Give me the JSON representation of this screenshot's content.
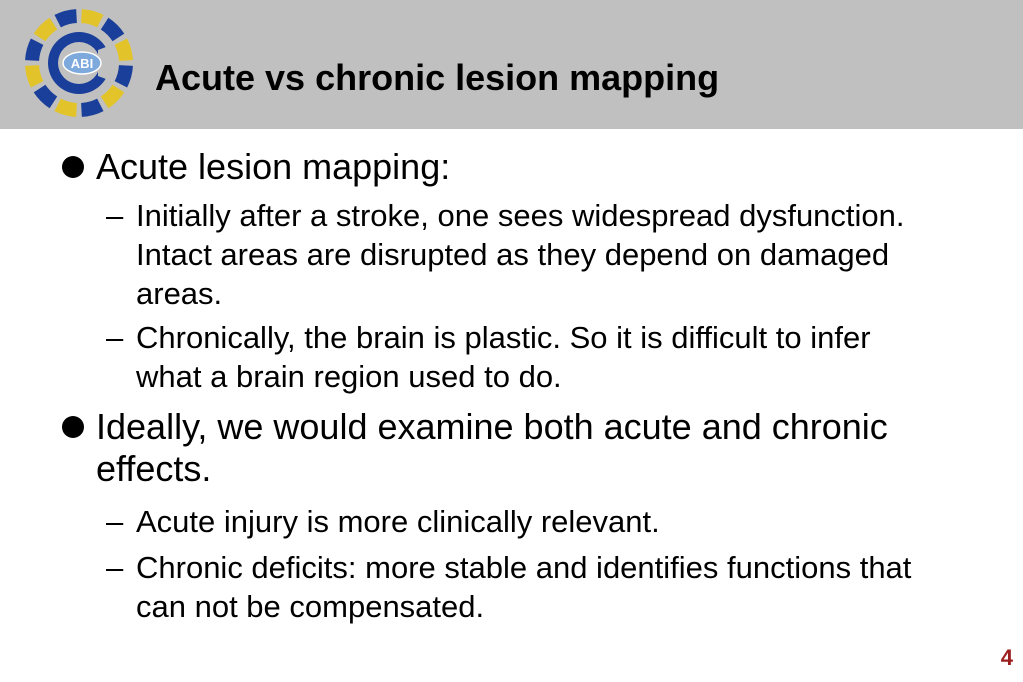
{
  "slide": {
    "title": "Acute vs chronic lesion mapping",
    "page_number": "4",
    "logo": {
      "text": "ABI",
      "colors": {
        "blue": "#1a3f9a",
        "yellow": "#e2c42a",
        "light_blue": "#7ea9dd"
      }
    },
    "colors": {
      "header_background": "#c0c0c0",
      "page_number": "#9b1d1d"
    },
    "bullets": [
      {
        "text": "Acute lesion mapping:",
        "subpoints": [
          "Initially after a stroke, one sees widespread dysfunction. Intact areas are disrupted as they depend on damaged areas.",
          "Chronically, the brain is plastic. So it is difficult to infer what a brain region used to do."
        ]
      },
      {
        "text": "Ideally, we would examine both acute and chronic effects.",
        "subpoints": [
          "Acute injury is more clinically relevant.",
          "Chronic deficits: more stable and identifies functions that can not be compensated."
        ]
      }
    ],
    "dash": "–"
  }
}
